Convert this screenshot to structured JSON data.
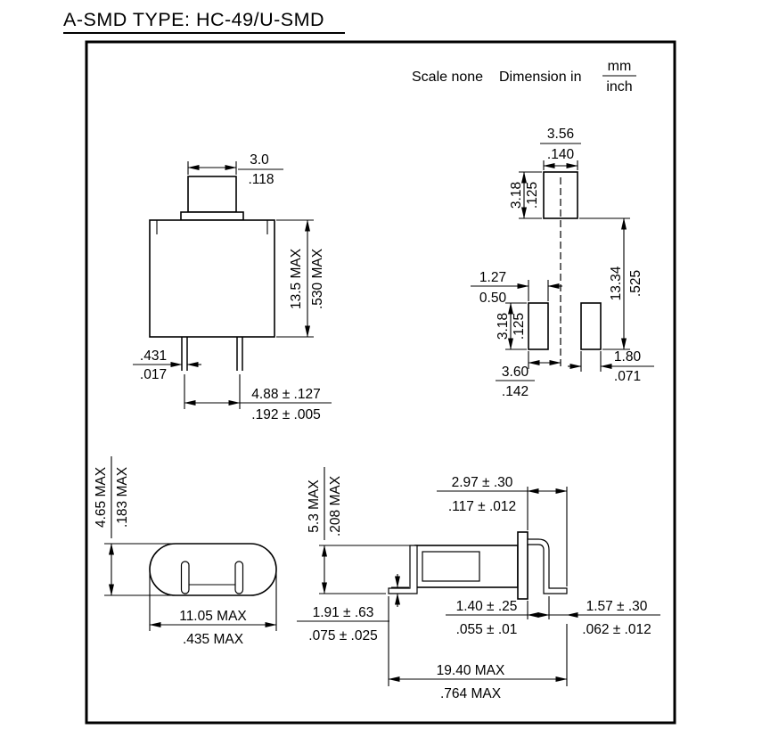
{
  "title": "A-SMD TYPE: HC-49/U-SMD",
  "header": {
    "scale": "Scale none",
    "dimension_in": "Dimension in",
    "unit_mm": "mm",
    "unit_inch": "inch"
  },
  "front_view": {
    "tab_width_mm": "3.0",
    "tab_width_in": ".118",
    "height_mm": "13.5 MAX",
    "height_in": ".530 MAX",
    "lead_dia_mm": ".431",
    "lead_dia_in": ".017",
    "lead_spacing_mm": "4.88 ± .127",
    "lead_spacing_in": ".192 ± .005"
  },
  "pad_layout": {
    "top_pad_width_mm": "3.56",
    "top_pad_width_in": ".140",
    "top_pad_height_mm": "3.18",
    "top_pad_height_in": ".125",
    "span_mm": "13.34",
    "span_in": ".525",
    "pad_width_mm": "1.27",
    "pad_width_in": "0.50",
    "pad_height_mm": "3.18",
    "pad_height_in": ".125",
    "left_offset_mm": "3.60",
    "left_offset_in": ".142",
    "right_offset_mm": "1.80",
    "right_offset_in": ".071"
  },
  "top_view": {
    "width_mm": "4.65 MAX",
    "width_in": ".183 MAX",
    "length_mm": "11.05 MAX",
    "length_in": ".435 MAX"
  },
  "side_view": {
    "height_mm": "5.3 MAX",
    "height_in": ".208 MAX",
    "lead_ext_mm": "2.97 ± .30",
    "lead_ext_in": ".117 ± .012",
    "standoff_mm": "1.91 ± .63",
    "standoff_in": ".075 ± .025",
    "lead_width_mm": "1.40 ± .25",
    "lead_width_in": ".055 ± .01",
    "foot_mm": "1.57 ± .30",
    "foot_in": ".062 ± .012",
    "overall_mm": "19.40 MAX",
    "overall_in": ".764 MAX"
  }
}
